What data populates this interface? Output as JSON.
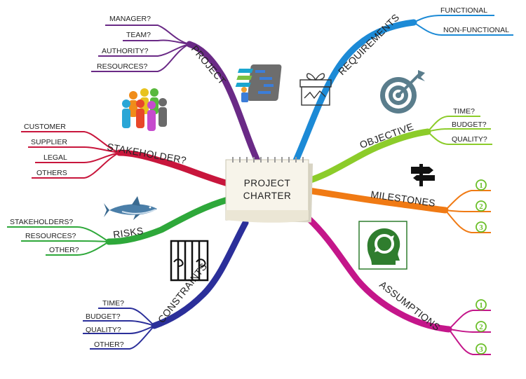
{
  "center": {
    "line1": "PROJECT",
    "line2": "CHARTER"
  },
  "branches": {
    "project": {
      "label": "PROJECT",
      "color": "#6a2a86",
      "items": [
        "MANAGER?",
        "TEAM?",
        "AUTHORITY?",
        "RESOURCES?"
      ]
    },
    "stakeholder": {
      "label": "STAKEHOLDER?",
      "color": "#c8163c",
      "items": [
        "CUSTOMER",
        "SUPPLIER",
        "LEGAL",
        "OTHERS"
      ]
    },
    "risks": {
      "label": "RISKS",
      "color": "#2ea83a",
      "items": [
        "STAKEHOLDERS?",
        "RESOURCES?",
        "OTHER?"
      ]
    },
    "constraints": {
      "label": "CONSTRAINTS",
      "color": "#2b2f9a",
      "items": [
        "TIME?",
        "BUDGET?",
        "QUALITY?",
        "OTHER?"
      ]
    },
    "requirements": {
      "label": "REQUIREMENTS",
      "color": "#1c8ad6",
      "items": [
        "FUNCTIONAL",
        "NON-FUNCTIONAL"
      ]
    },
    "objective": {
      "label": "OBJECTIVE",
      "color": "#8ccc2a",
      "items": [
        "TIME?",
        "BUDGET?",
        "QUALITY?"
      ]
    },
    "milestones": {
      "label": "MILESTONES",
      "color": "#f07a14",
      "items": [
        "1",
        "2",
        "3"
      ]
    },
    "assumptions": {
      "label": "ASSUMPTIONS",
      "color": "#c4168a",
      "items": [
        "1",
        "2",
        "3"
      ]
    }
  },
  "icons": {
    "team": "team-people-icon",
    "gantt": "gantt-chart-icon",
    "gift": "gift-box-icon",
    "target": "target-icon",
    "signpost": "signpost-icon",
    "shark": "shark-icon",
    "jail": "jail-bars-icon",
    "head": "head-cycle-icon"
  }
}
